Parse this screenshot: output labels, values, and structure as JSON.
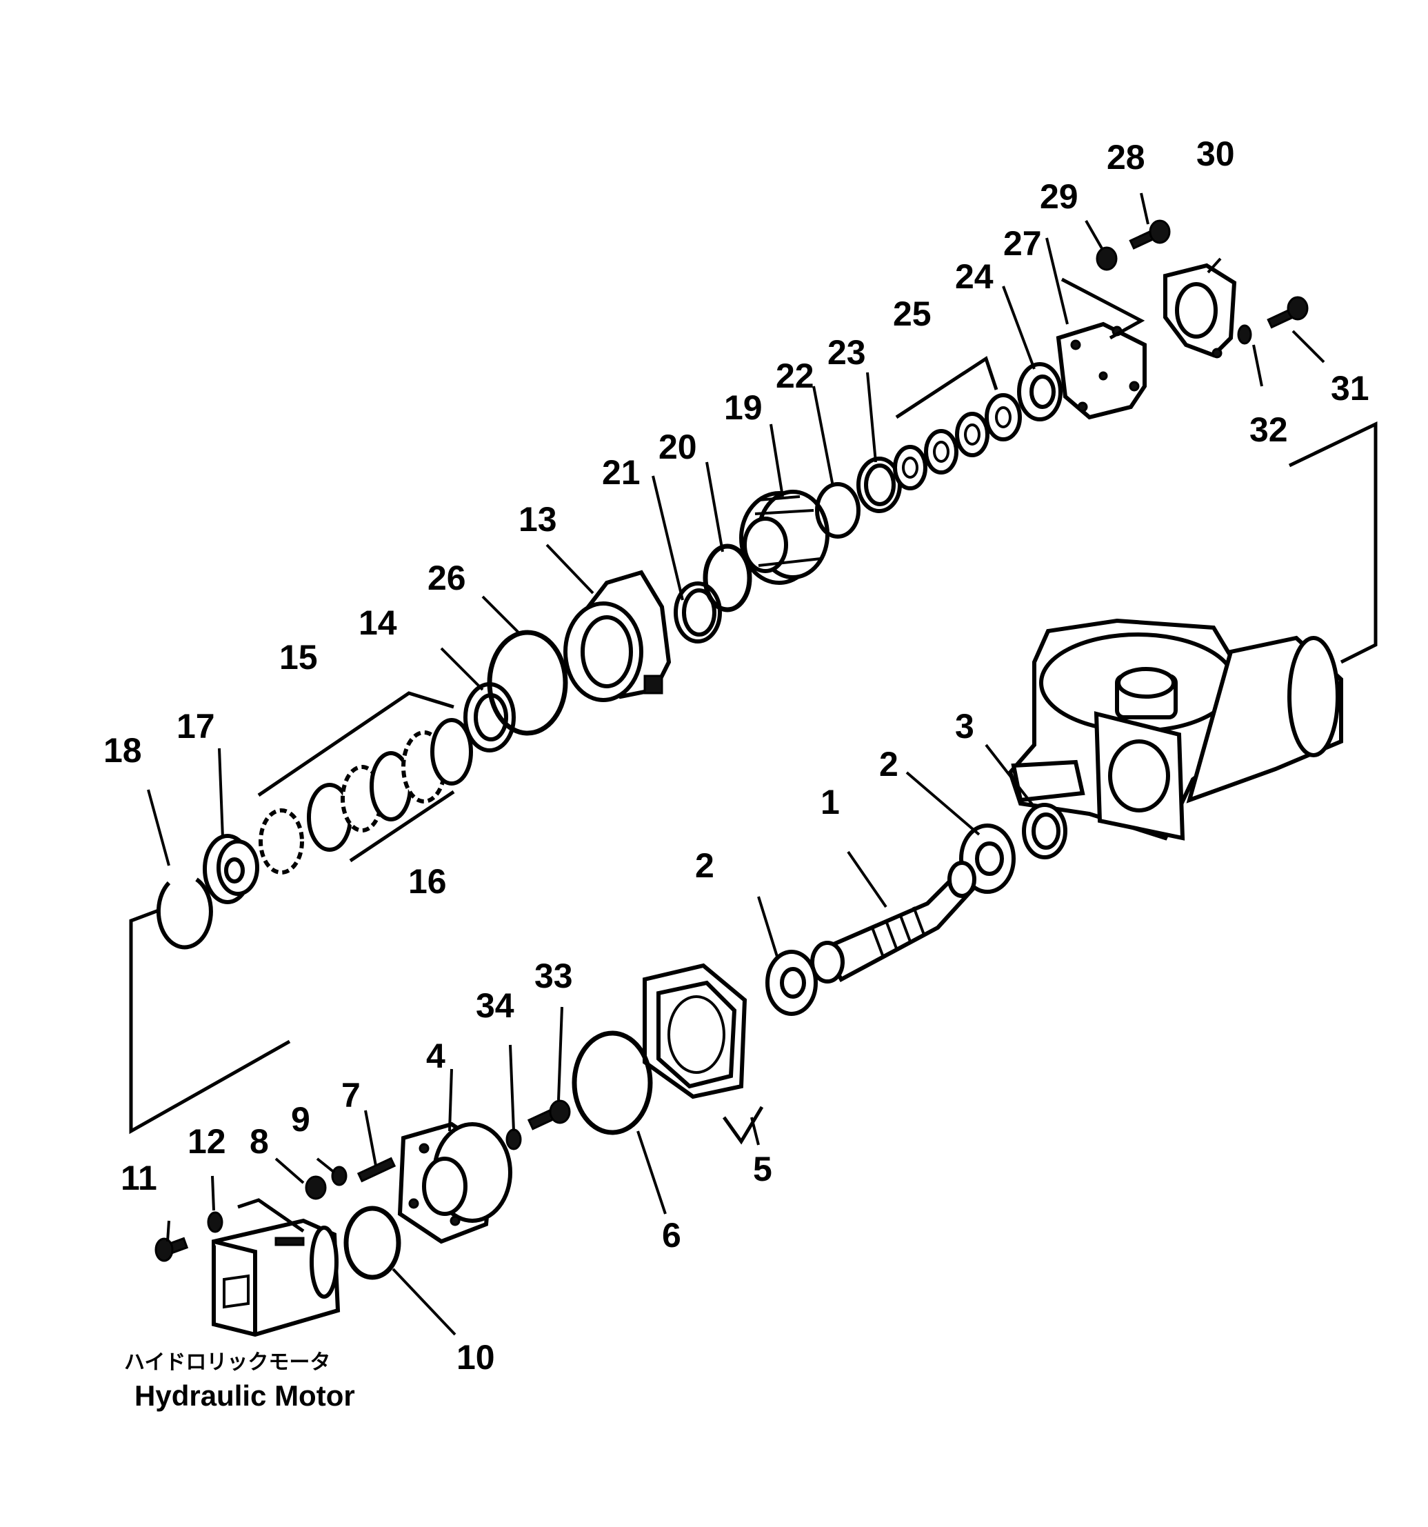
{
  "callouts": {
    "n1": "1",
    "n2": "2",
    "n3": "3",
    "n4": "4",
    "n5": "5",
    "n6": "6",
    "n7": "7",
    "n8": "8",
    "n9": "9",
    "n10": "10",
    "n11": "11",
    "n12": "12",
    "n13": "13",
    "n14": "14",
    "n15": "15",
    "n16": "16",
    "n17": "17",
    "n18": "18",
    "n19": "19",
    "n20": "20",
    "n21": "21",
    "n22": "22",
    "n23": "23",
    "n24": "24",
    "n25": "25",
    "n26": "26",
    "n27": "27",
    "n28": "28",
    "n29": "29",
    "n30": "30",
    "n31": "31",
    "n32": "32",
    "n33": "33",
    "n34": "34"
  },
  "caption": {
    "japanese": "ハイドロリックモータ",
    "english": "Hydraulic Motor"
  }
}
